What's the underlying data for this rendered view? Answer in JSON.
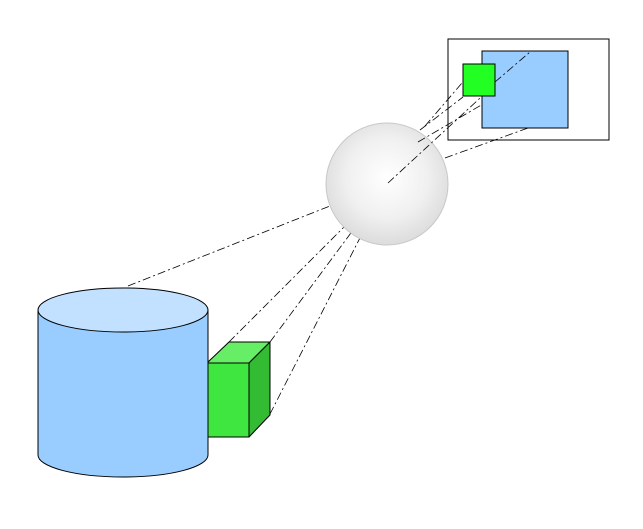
{
  "diagram": {
    "colors": {
      "background": "#ffffff",
      "cylinder_fill": "#99ccff",
      "cylinder_top": "#c2e0ff",
      "cube_front": "#3fe63f",
      "cube_top": "#66ee66",
      "cube_side": "#33bb33",
      "image_square_fill": "#99ccff",
      "image_small_square_fill": "#22ff22",
      "lens_light": "#ffffff",
      "lens_dark": "#dcdcdc",
      "lens_outline": "#c0c0c0",
      "frame_stroke": "#000000",
      "ray_stroke": "#000000"
    },
    "elements": [
      {
        "id": "cylinder",
        "label": ""
      },
      {
        "id": "cube",
        "label": ""
      },
      {
        "id": "lens-sphere",
        "label": ""
      },
      {
        "id": "image-frame",
        "label": ""
      }
    ],
    "ray_style": "dash-dot"
  }
}
